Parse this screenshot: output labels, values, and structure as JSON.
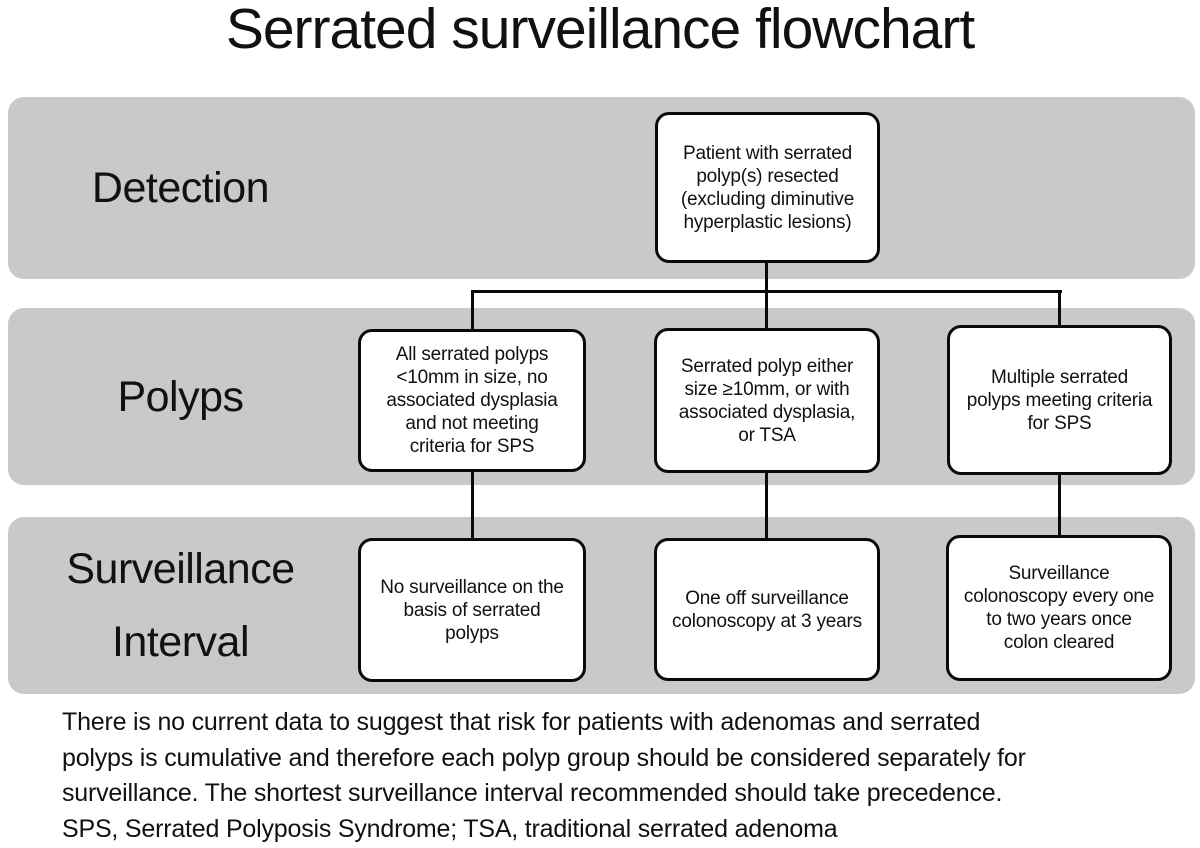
{
  "title": "Serrated surveillance flowchart",
  "rows": {
    "detection": "Detection",
    "polyps": "Polyps",
    "surveillance": "Surveillance\nInterval"
  },
  "nodes": {
    "detection": "Patient with serrated\npolyp(s) resected\n(excluding diminutive\nhyperplastic lesions)",
    "polyps_small": "All serrated polyps\n<10mm in size, no\nassociated dysplasia\nand not meeting\ncriteria for SPS",
    "polyps_large": "Serrated polyp either\nsize ≥10mm, or with\nassociated dysplasia,\nor TSA",
    "polyps_sps": "Multiple serrated\npolyps meeting criteria\nfor SPS",
    "surveillance_none": "No surveillance on the\nbasis of serrated\npolyps",
    "surveillance_3yr": "One off surveillance\ncolonoscopy at 3 years",
    "surveillance_sps": "Surveillance\ncolonoscopy every one\nto two years once\ncolon cleared"
  },
  "footer": "There is no current data to suggest that risk for patients with adenomas and serrated\npolyps is cumulative and therefore each polyp group should be considered separately for\nsurveillance. The shortest surveillance interval recommended should take precedence.\nSPS, Serrated Polyposis Syndrome; TSA, traditional serrated adenoma",
  "colors": {
    "band": "#c9c9c9",
    "border": "#0a0a0a",
    "text": "#1a1a1a"
  }
}
